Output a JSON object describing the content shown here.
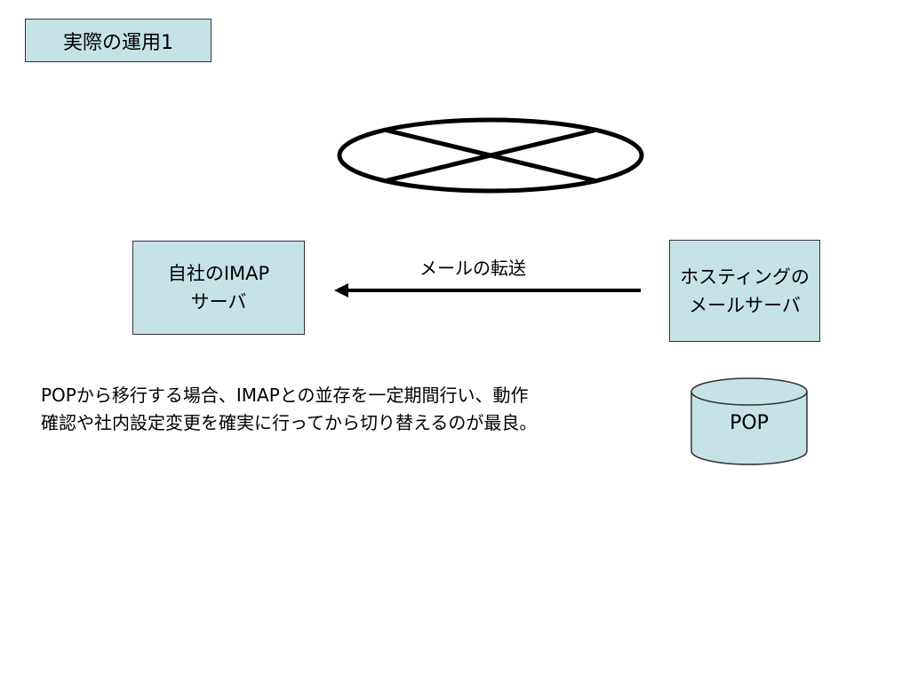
{
  "slide": {
    "title": "実際の運用1",
    "colors": {
      "box_fill": "#c5e3e6",
      "border": "#333333",
      "line": "#000000",
      "background": "#ffffff"
    }
  },
  "diagram": {
    "imap_server": {
      "line1": "自社のIMAP",
      "line2": "サーバ"
    },
    "hosting_server": {
      "line1": "ホスティングの",
      "line2": "メールサーバ"
    },
    "transfer_label": "メールの転送",
    "database_label": "POP",
    "crossed_out_icon": "crossed-ellipse",
    "arrow_direction": "hosting-server-to-imap-server"
  },
  "note": {
    "line1": "POPから移行する場合、IMAPとの並存を一定期間行い、動作",
    "line2": "確認や社内設定変更を確実に行ってから切り替えるのが最良。"
  }
}
